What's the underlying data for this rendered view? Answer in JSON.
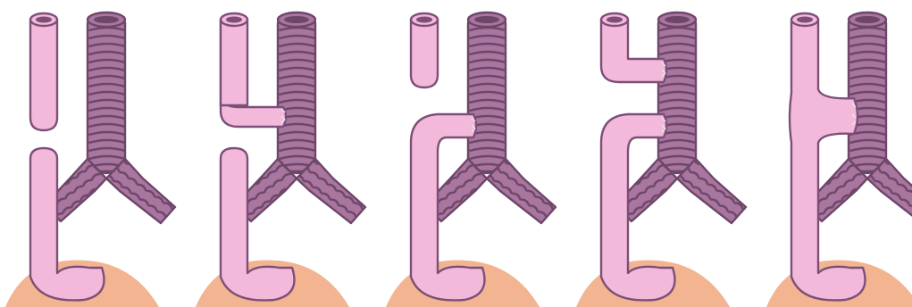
{
  "colors": {
    "background": "#ffffff",
    "esophagus_fill": "#f2b9da",
    "esophagus_stroke": "#7d4f78",
    "trachea_fill": "#a8769f",
    "trachea_ring": "#6e466a",
    "stomach_fill": "#f2b491",
    "fistula_suture": "#e6e6ea"
  },
  "panels": [
    {
      "variant": "isolated-atresia",
      "upper_pouch": "short-blind",
      "fistula": "none"
    },
    {
      "variant": "atresia-proximal-fistula",
      "upper_pouch": "to-trachea",
      "fistula": "proximal"
    },
    {
      "variant": "atresia-distal-fistula",
      "upper_pouch": "short-blind",
      "fistula": "distal"
    },
    {
      "variant": "atresia-double-fistula",
      "upper_pouch": "to-trachea",
      "fistula": "proximal-and-distal"
    },
    {
      "variant": "h-type-fistula",
      "upper_pouch": "continuous",
      "fistula": "h-type"
    }
  ]
}
